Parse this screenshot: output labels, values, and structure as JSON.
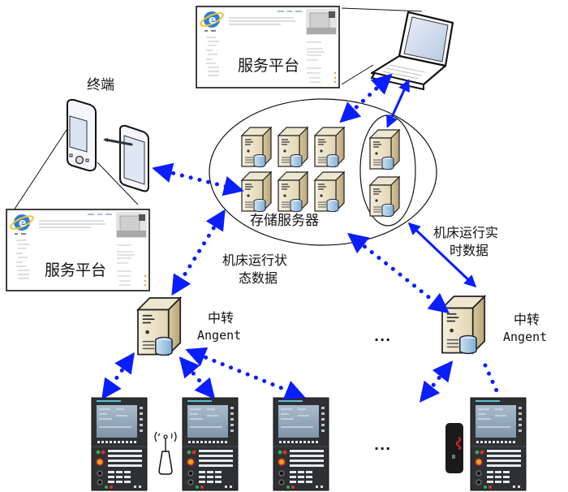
{
  "diagram": {
    "type": "network-architecture",
    "colors": {
      "link": "#0a1eff",
      "line": "#111111",
      "server_body": "#e8dcc0",
      "server_dark": "#b8a57c",
      "db": "#9cc4e4",
      "cnc_panel": "#2e3034",
      "cnc_screen": "#8fa3b5"
    },
    "nodes": {
      "service_platform_top": {
        "label": "服务平台"
      },
      "laptop": {
        "label": ""
      },
      "terminal": {
        "label": "终端"
      },
      "service_platform_left": {
        "label": "服务平台"
      },
      "storage_servers": {
        "label": "存储服务器",
        "server_count": 6,
        "realtime_server_count": 2
      },
      "agent_left": {
        "label_line1": "中转",
        "label_line2": "Angent"
      },
      "agent_right": {
        "label_line1": "中转",
        "label_line2": "Angent"
      },
      "cnc_machines": {
        "count_shown": 4
      },
      "wireless_antenna": {
        "label": ""
      },
      "usb_modem": {
        "label": ""
      }
    },
    "edge_labels": {
      "status_data_line1": "机床运行状",
      "status_data_line2": "态数据",
      "realtime_data_line1": "机床运行实",
      "realtime_data_line2": "时数据"
    },
    "ellipsis": {
      "between_agents": "...",
      "between_machines": "..."
    }
  }
}
